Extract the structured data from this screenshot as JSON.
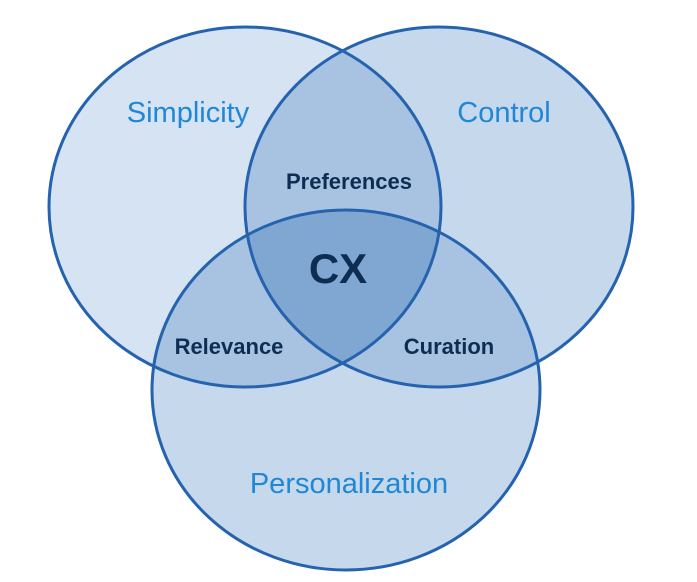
{
  "diagram": {
    "type": "venn-3",
    "sets": [
      {
        "id": "simplicity",
        "label": "Simplicity"
      },
      {
        "id": "control",
        "label": "Control"
      },
      {
        "id": "personalization",
        "label": "Personalization"
      }
    ],
    "intersections": [
      {
        "id": "preferences",
        "sets": [
          "simplicity",
          "control"
        ],
        "label": "Preferences"
      },
      {
        "id": "relevance",
        "sets": [
          "simplicity",
          "personalization"
        ],
        "label": "Relevance"
      },
      {
        "id": "curation",
        "sets": [
          "control",
          "personalization"
        ],
        "label": "Curation"
      },
      {
        "id": "cx",
        "sets": [
          "simplicity",
          "control",
          "personalization"
        ],
        "label": "CX"
      }
    ]
  },
  "colors": {
    "stroke": "#2563ae",
    "fill_simplicity": "#d5e3f3",
    "fill_control": "#c5d8ec",
    "fill_personalization": "#c5d8ec",
    "fill_pair": "#a7c3e1",
    "fill_center": "#80a7d1",
    "outer_text": "#1f87d6",
    "inner_text": "#0e2d52"
  }
}
